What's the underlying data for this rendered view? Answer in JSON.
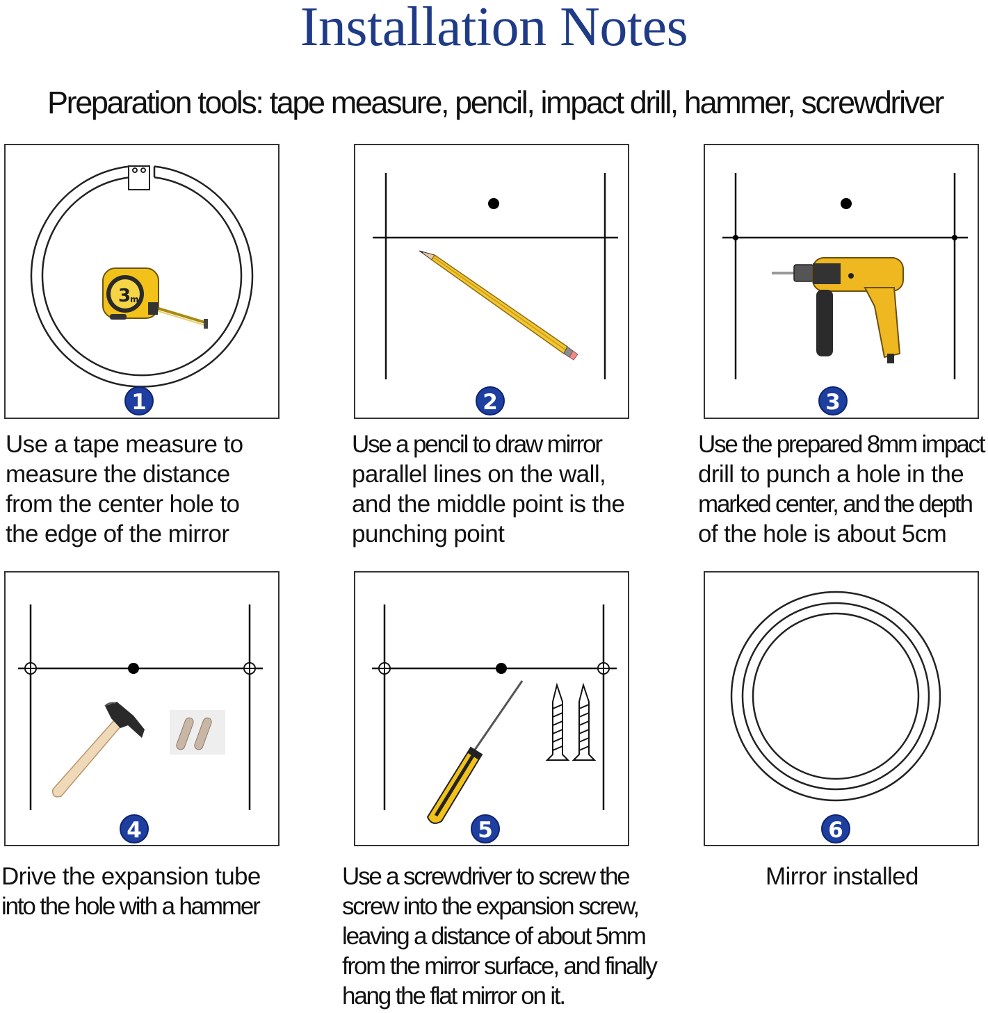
{
  "title": "Installation Notes",
  "tools": "Preparation tools: tape measure, pencil, impact drill, hammer, screwdriver",
  "colors": {
    "title": "#1f3b87",
    "badge": "#1e3fa0",
    "tape": "#f2c21a",
    "drill": "#f0b820",
    "pencil": "#f2c633"
  },
  "steps": [
    {
      "number": "1",
      "icon": "tape-measure-icon",
      "lines": [
        "Use a tape measure to",
        "measure the distance",
        "from the center hole to",
        "the edge of the mirror"
      ]
    },
    {
      "number": "2",
      "icon": "pencil-icon",
      "lines": [
        "Use a pencil to draw mirror",
        "parallel lines on the wall,",
        "and the middle point is the",
        "punching point"
      ]
    },
    {
      "number": "3",
      "icon": "impact-drill-icon",
      "lines": [
        "Use the prepared 8mm impact",
        "drill to punch a hole in the",
        "marked center, and the depth",
        "of the hole is about 5cm"
      ]
    },
    {
      "number": "4",
      "icon": "hammer-icon",
      "lines": [
        "Drive the expansion tube",
        "into the hole with a hammer"
      ]
    },
    {
      "number": "5",
      "icon": "screwdriver-icon",
      "lines": [
        "Use a screwdriver to screw the",
        "screw into the expansion screw,",
        "leaving a distance of about 5mm",
        "from the mirror surface, and finally",
        "hang the flat mirror on it."
      ]
    },
    {
      "number": "6",
      "icon": "round-mirror-icon",
      "lines": [
        "Mirror installed"
      ]
    }
  ]
}
